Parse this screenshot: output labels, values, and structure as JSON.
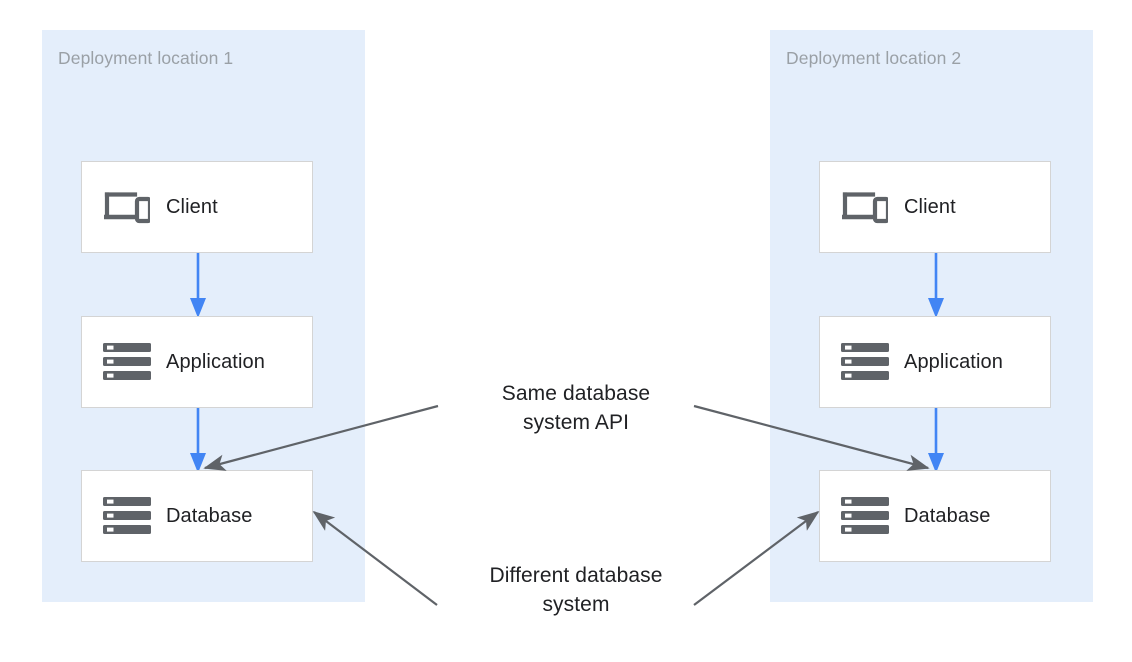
{
  "diagram": {
    "title_hidden": "",
    "colors": {
      "zone_fill": "#e4eefb",
      "node_fill": "#ffffff",
      "node_border": "#d4d4d4",
      "flow_arrow": "#4285f4",
      "annotation_arrow": "#5f6368",
      "zone_title_text": "#9aa0a6",
      "node_text": "#202124",
      "icon_gray": "#5f6368",
      "background": "#ffffff"
    },
    "zones": [
      {
        "id": "deployment-location-1",
        "title": "Deployment location 1",
        "nodes": [
          {
            "id": "client",
            "label": "Client",
            "icon": "devices-icon"
          },
          {
            "id": "application",
            "label": "Application",
            "icon": "server-icon"
          },
          {
            "id": "database",
            "label": "Database",
            "icon": "database-server-icon"
          }
        ],
        "flows": [
          {
            "from": "client",
            "to": "database_placeholder_unused"
          }
        ]
      },
      {
        "id": "deployment-location-2",
        "title": "Deployment location 2",
        "nodes": [
          {
            "id": "client",
            "label": "Client",
            "icon": "devices-icon"
          },
          {
            "id": "application",
            "label": "Application",
            "icon": "server-icon"
          },
          {
            "id": "database",
            "label": "Database",
            "icon": "database-server-icon"
          }
        ],
        "flows": []
      }
    ],
    "annotations": [
      {
        "id": "same-database-system-api",
        "text": "Same database\nsystem API",
        "targets": [
          "zone1.database",
          "zone2.database"
        ]
      },
      {
        "id": "different-database-system",
        "text": "Different database\nsystem",
        "targets": [
          "zone1.database",
          "zone2.database"
        ]
      }
    ]
  }
}
